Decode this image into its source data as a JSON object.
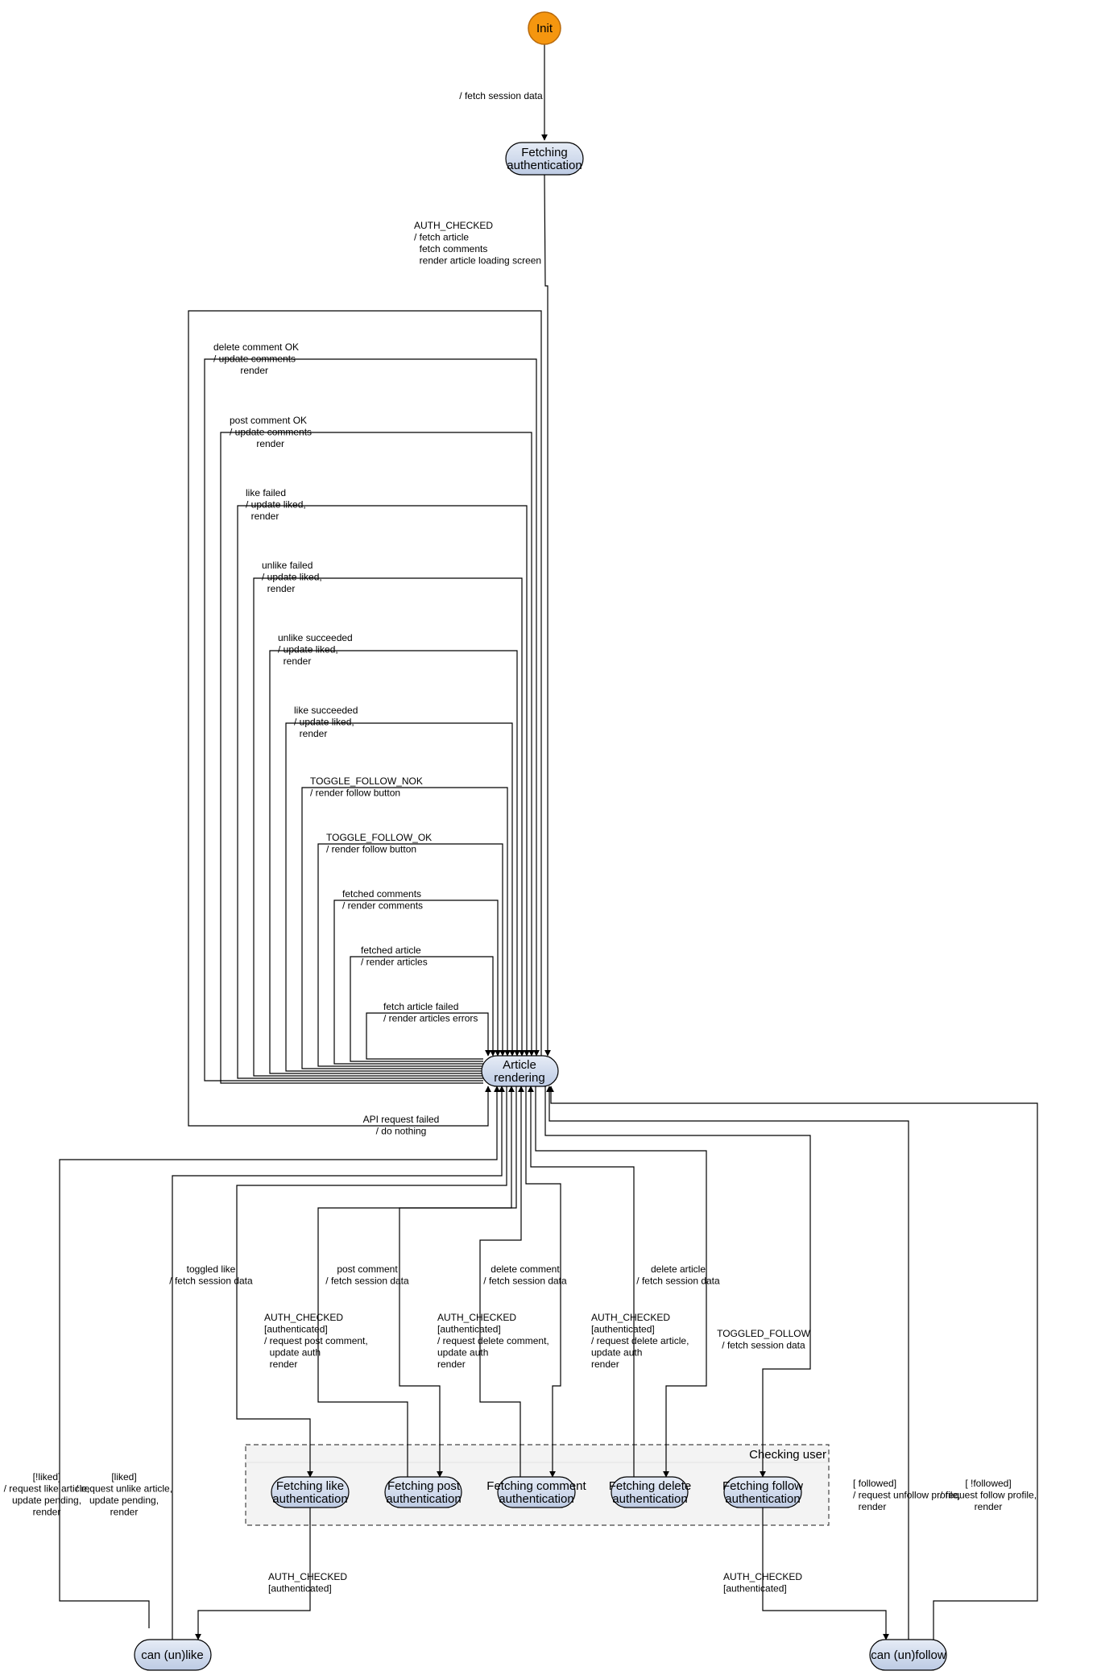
{
  "colors": {
    "init_fill": "#f5960f",
    "init_stroke": "#b8690a",
    "state_fill_top": "#e6ecf6",
    "state_fill_bottom": "#bdcbe4",
    "state_stroke": "#000000",
    "group_fill": "#f3f3f3",
    "group_stroke": "#444444"
  },
  "group": {
    "title": "Checking user"
  },
  "nodes": [
    {
      "id": "init",
      "lines": [
        "Init"
      ]
    },
    {
      "id": "fetch_auth",
      "lines": [
        "Fetching",
        "authentication"
      ]
    },
    {
      "id": "article",
      "lines": [
        "Article",
        "rendering"
      ]
    },
    {
      "id": "fa_like",
      "lines": [
        "Fetching like",
        "authentication"
      ]
    },
    {
      "id": "fa_post",
      "lines": [
        "Fetching post",
        "authentication"
      ]
    },
    {
      "id": "fa_comment",
      "lines": [
        "Fetching comment",
        "authentication"
      ]
    },
    {
      "id": "fa_delete",
      "lines": [
        "Fetching delete",
        "authentication"
      ]
    },
    {
      "id": "fa_follow",
      "lines": [
        "Fetching follow",
        "authentication"
      ]
    },
    {
      "id": "unlike",
      "lines": [
        "can (un)like"
      ]
    },
    {
      "id": "unfollow",
      "lines": [
        "can (un)follow"
      ]
    }
  ],
  "labels": [
    {
      "id": "lbl-fetch-session",
      "lines": [
        "/ fetch session data"
      ]
    },
    {
      "id": "lbl-auth-checked",
      "lines": [
        "AUTH_CHECKED",
        "/ fetch article",
        "  fetch comments",
        "  render article loading screen"
      ]
    },
    {
      "id": "lbl-delete-comment-ok",
      "lines": [
        "delete comment OK",
        "/ update comments",
        "          render"
      ]
    },
    {
      "id": "lbl-post-comment-ok",
      "lines": [
        "post comment OK",
        "/ update comments",
        "          render"
      ]
    },
    {
      "id": "lbl-like-failed",
      "lines": [
        "like failed",
        "/ update liked,",
        "  render"
      ]
    },
    {
      "id": "lbl-unlike-failed",
      "lines": [
        "unlike failed",
        "/ update liked,",
        "  render"
      ]
    },
    {
      "id": "lbl-unlike-succeeded",
      "lines": [
        "unlike succeeded",
        "/ update liked,",
        "  render"
      ]
    },
    {
      "id": "lbl-like-succeeded",
      "lines": [
        "like succeeded",
        "/ update liked,",
        "  render"
      ]
    },
    {
      "id": "lbl-toggle-follow-nok",
      "lines": [
        "TOGGLE_FOLLOW_NOK",
        "/ render follow button"
      ]
    },
    {
      "id": "lbl-toggle-follow-ok",
      "lines": [
        "TOGGLE_FOLLOW_OK",
        "/ render follow button"
      ]
    },
    {
      "id": "lbl-fetched-comments",
      "lines": [
        "fetched comments",
        "/ render comments"
      ]
    },
    {
      "id": "lbl-fetched-article",
      "lines": [
        "fetched article",
        "/ render articles"
      ]
    },
    {
      "id": "lbl-fetch-article-failed",
      "lines": [
        "fetch article failed",
        "/ render articles errors"
      ]
    },
    {
      "id": "lbl-api-failed",
      "lines": [
        "API request failed",
        "/ do nothing"
      ]
    },
    {
      "id": "lbl-toggled-like",
      "lines": [
        "toggled like",
        "/ fetch session data"
      ]
    },
    {
      "id": "lbl-post-comment",
      "lines": [
        "post comment",
        "/ fetch session data"
      ]
    },
    {
      "id": "lbl-delete-comment",
      "lines": [
        "delete comment",
        "/ fetch session data"
      ]
    },
    {
      "id": "lbl-delete-article",
      "lines": [
        "delete article",
        "/ fetch session data"
      ]
    },
    {
      "id": "lbl-toggled-follow",
      "lines": [
        "TOGGLED_FOLLOW",
        "/ fetch session data"
      ]
    },
    {
      "id": "lbl-auth-post",
      "lines": [
        "AUTH_CHECKED",
        "[authenticated]",
        "/ request post comment,",
        "  update auth",
        "  render"
      ]
    },
    {
      "id": "lbl-auth-delete-comment",
      "lines": [
        "AUTH_CHECKED",
        "[authenticated]",
        "/ request delete comment,",
        "update auth",
        "render"
      ]
    },
    {
      "id": "lbl-auth-delete-article",
      "lines": [
        "AUTH_CHECKED",
        "[authenticated]",
        "/ request delete article,",
        "update auth",
        "render"
      ]
    },
    {
      "id": "lbl-liked-false",
      "lines": [
        "[!liked]",
        "/ request like article,",
        "update pending,",
        "render"
      ]
    },
    {
      "id": "lbl-liked-true",
      "lines": [
        "[liked]",
        "/ request unlike article,",
        "update pending,",
        "render"
      ]
    },
    {
      "id": "lbl-followed-true",
      "lines": [
        "[ followed]",
        "/ request unfollow profile,",
        "  render"
      ]
    },
    {
      "id": "lbl-followed-false",
      "lines": [
        "[ !followed]",
        "/ request follow profile,",
        "render"
      ]
    },
    {
      "id": "lbl-auth-like",
      "lines": [
        "AUTH_CHECKED",
        "[authenticated]"
      ]
    },
    {
      "id": "lbl-auth-follow",
      "lines": [
        "AUTH_CHECKED",
        "[authenticated]"
      ]
    }
  ]
}
